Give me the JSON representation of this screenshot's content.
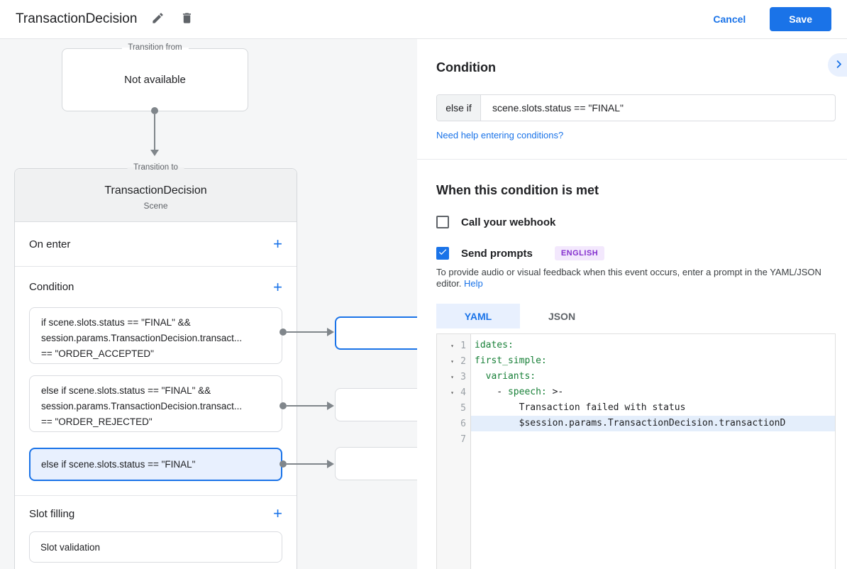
{
  "topbar": {
    "title": "TransactionDecision",
    "cancel_label": "Cancel",
    "save_label": "Save"
  },
  "diagram": {
    "transition_from": {
      "legend": "Transition from",
      "value": "Not available"
    },
    "transition_to": {
      "legend": "Transition to",
      "title": "TransactionDecision",
      "subtitle": "Scene"
    },
    "sections": {
      "on_enter": "On enter",
      "condition": "Condition",
      "slot_filling": "Slot filling",
      "add_label": "+"
    },
    "condition_cards": [
      {
        "lines": [
          "if scene.slots.status == \"FINAL\" &&",
          "session.params.TransactionDecision.transact...",
          "== \"ORDER_ACCEPTED\""
        ]
      },
      {
        "lines": [
          "else if scene.slots.status == \"FINAL\" &&",
          "session.params.TransactionDecision.transact...",
          "== \"ORDER_REJECTED\""
        ]
      },
      {
        "lines": [
          "else if scene.slots.status == \"FINAL\""
        ],
        "selected": true
      }
    ],
    "slot_validation": "Slot validation"
  },
  "panel": {
    "heading": "Condition",
    "condition_prefix": "else if",
    "condition_value": "scene.slots.status == \"FINAL\"",
    "help_link": "Need help entering conditions?",
    "when_heading": "When this condition is met",
    "webhook_label": "Call your webhook",
    "webhook_checked": false,
    "prompts_label": "Send prompts",
    "prompts_checked": true,
    "language_badge": "ENGLISH",
    "helper_text": "To provide audio or visual feedback when this event occurs, enter a prompt in the YAML/JSON editor.",
    "helper_link": "Help",
    "tabs": [
      {
        "label": "YAML",
        "active": true
      },
      {
        "label": "JSON",
        "active": false
      }
    ],
    "editor": {
      "lines": [
        {
          "num": 1,
          "fold": true,
          "highlight": false,
          "segments": [
            {
              "t": "idates:",
              "c": "key"
            }
          ]
        },
        {
          "num": 2,
          "fold": true,
          "highlight": false,
          "segments": [
            {
              "t": "first_simple:",
              "c": "key"
            }
          ]
        },
        {
          "num": 3,
          "fold": true,
          "highlight": false,
          "segments": [
            {
              "t": "  ",
              "c": "plain"
            },
            {
              "t": "variants:",
              "c": "key"
            }
          ]
        },
        {
          "num": 4,
          "fold": true,
          "highlight": false,
          "segments": [
            {
              "t": "    - ",
              "c": "plain"
            },
            {
              "t": "speech:",
              "c": "key"
            },
            {
              "t": " >-",
              "c": "plain"
            }
          ]
        },
        {
          "num": 5,
          "fold": false,
          "highlight": false,
          "segments": [
            {
              "t": "        Transaction failed with status",
              "c": "plain"
            }
          ]
        },
        {
          "num": 6,
          "fold": false,
          "highlight": true,
          "segments": [
            {
              "t": "        $session.params.TransactionDecision.transactionD",
              "c": "plain"
            }
          ]
        },
        {
          "num": 7,
          "fold": false,
          "highlight": false,
          "segments": []
        }
      ]
    }
  },
  "colors": {
    "accent_blue": "#1a73e8",
    "selected_card_bg": "#e8f0fe",
    "badge_purple_text": "#8430ce",
    "badge_purple_bg": "#f3e8fd",
    "yaml_key_green": "#188038",
    "connector_gray": "#80868b"
  }
}
